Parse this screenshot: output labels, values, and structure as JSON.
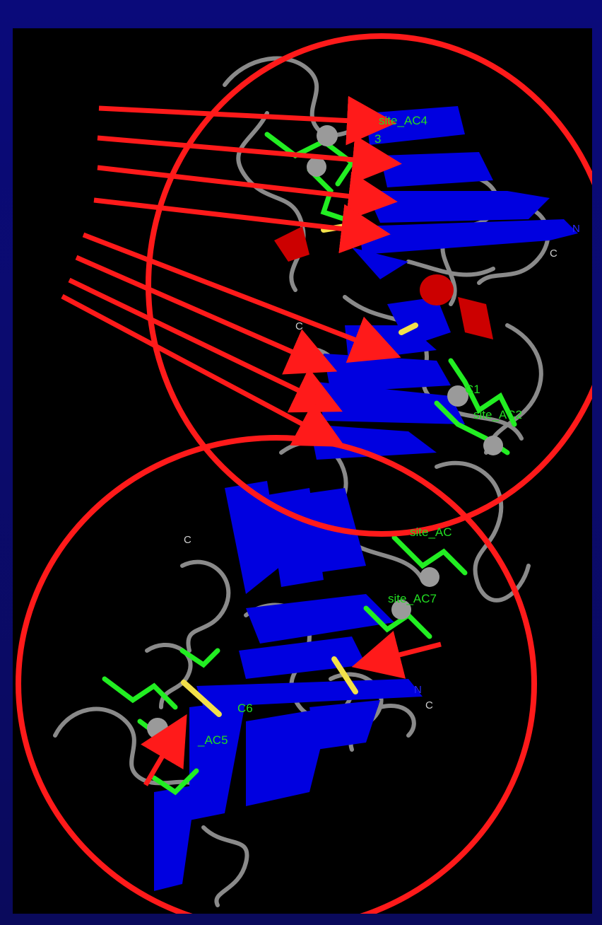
{
  "figure": {
    "labels": [
      {
        "id": "site_ac4",
        "text": "site_AC4"
      },
      {
        "id": "site_3",
        "text": "3"
      },
      {
        "id": "site_ac2",
        "text": "site_AC2"
      },
      {
        "id": "c1",
        "text": "C1"
      },
      {
        "id": "site_ac_top2",
        "text": "site_AC"
      },
      {
        "id": "site_c7",
        "text": "site_AC7"
      },
      {
        "id": "ac6",
        "text": "C6"
      },
      {
        "id": "ac5",
        "text": "_AC5"
      }
    ],
    "termini": [
      {
        "id": "n1",
        "text": "N"
      },
      {
        "id": "c_top",
        "text": "C"
      },
      {
        "id": "c_mid",
        "text": "C"
      },
      {
        "id": "c_left",
        "text": "C"
      },
      {
        "id": "c_bottom",
        "text": "C"
      },
      {
        "id": "n2",
        "text": "N"
      }
    ],
    "colors": {
      "sheet": "#0000e0",
      "helix": "#cc0000",
      "coil": "#8a8a8a",
      "ligand": "#22ee22",
      "annotation": "#ff1a1a",
      "disulfide": "#f2e04a",
      "label": "#22dd22",
      "terminus": "#cfcfcf"
    }
  }
}
